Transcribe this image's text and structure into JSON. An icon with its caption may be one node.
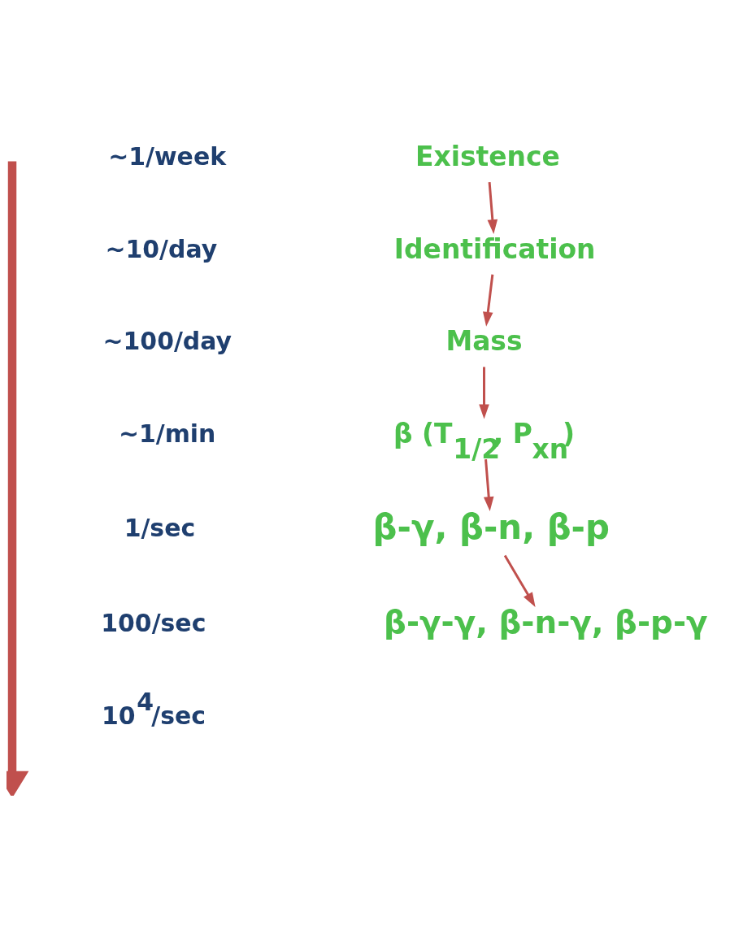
{
  "diagram": {
    "nodes": [
      {
        "text": [
          "Existence"
        ]
      },
      {
        "text": [
          "Identification"
        ]
      },
      {
        "text": [
          "Mass"
        ]
      },
      {
        "text": [
          "β (T$_{1/2}$, P$_{xn}$)"
        ]
      },
      {
        "text": [
          "β-γ, β-n, β-p"
        ]
      },
      {
        "text": [
          "β-γ-γ, β-n-γ, β-p-γ"
        ]
      }
    ],
    "edges": [
      {
        "from": 0,
        "to": 1,
        "arrow": "to"
      },
      {
        "from": 1,
        "to": 2,
        "arrow": "to"
      },
      {
        "from": 2,
        "to": 3,
        "arrow": "to"
      },
      {
        "from": 3,
        "to": 4,
        "arrow": "to"
      },
      {
        "from": 4,
        "to": 5,
        "arrow": "to"
      }
    ],
    "labels": [
      "~1/week",
      "~10/day",
      "~100/day",
      "~1/min",
      "1/sec",
      "100/sec",
      "10$^{4}$/sec"
    ]
  }
}
